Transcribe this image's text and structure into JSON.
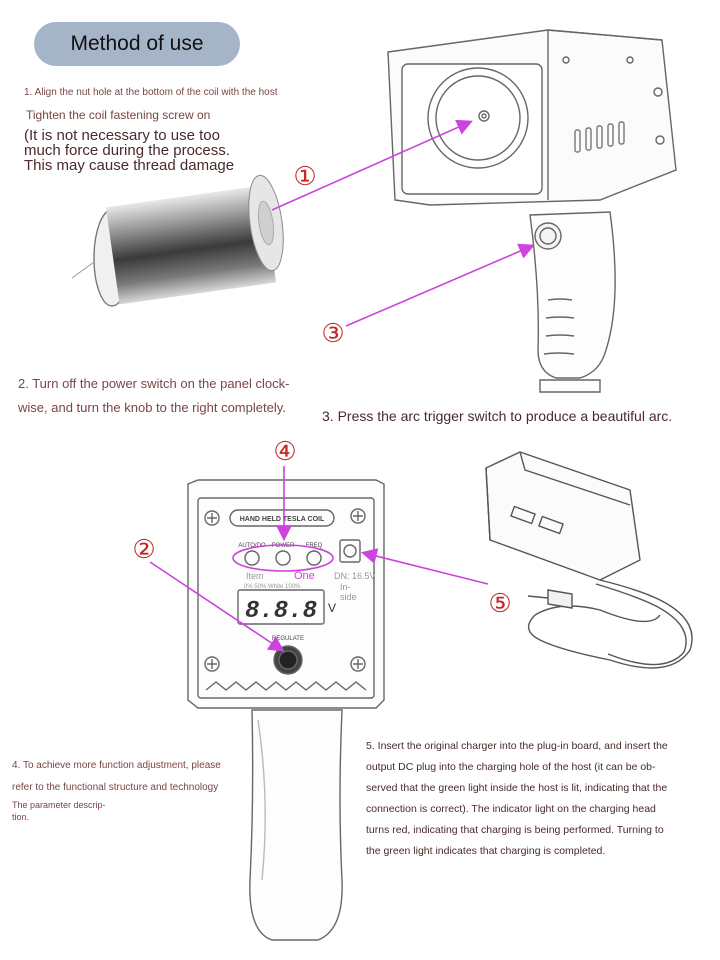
{
  "header": {
    "title": "Method of use"
  },
  "step1": {
    "title": "1. Align the nut hole at the bottom of the coil with the host",
    "line2": "Tighten the coil fastening screw on",
    "note1": "(It is not necessary to use too",
    "note2": "much force during the process.",
    "note3": "This may cause thread damage"
  },
  "step2": {
    "line1": "2. Turn off the power switch on the panel clock-",
    "line2": "wise, and turn the knob to the right completely."
  },
  "step3": {
    "text": "3. Press the arc trigger switch to produce a beautiful arc."
  },
  "step4": {
    "line1": "4. To achieve more function adjustment, please",
    "line2": "refer to the functional structure and technology",
    "line3": "The parameter descrip-",
    "line4": "tion."
  },
  "step5": {
    "lines": [
      "5. Insert the original charger into the plug-in board, and insert the",
      "output DC plug into the charging hole of the host (it can be ob-",
      "served that the green light inside the host is lit, indicating that the",
      "connection is correct). The indicator light on the charging head",
      "turns red, indicating that charging is being performed. Turning to",
      "the green light indicates that charging is completed."
    ]
  },
  "callouts": [
    "①",
    "②",
    "③",
    "④",
    "⑤"
  ],
  "panel": {
    "brand": "HAND HELD TESLA COIL",
    "btn_labels": [
      "AUTO/DO",
      "POWER",
      "FREQ"
    ],
    "display": "8.8.8",
    "unit": "V",
    "regulate": "REGULATE",
    "overlay_item": "Item",
    "overlay_one": "One",
    "overlay_dn": "DN: 16.5V",
    "overlay_inside": "In-",
    "overlay_side": "side",
    "overlay_percent": "0% 50% White 100%"
  },
  "colors": {
    "arrow": "#cc44dd",
    "callout": "#c22828",
    "pill": "#a6b4c8"
  }
}
